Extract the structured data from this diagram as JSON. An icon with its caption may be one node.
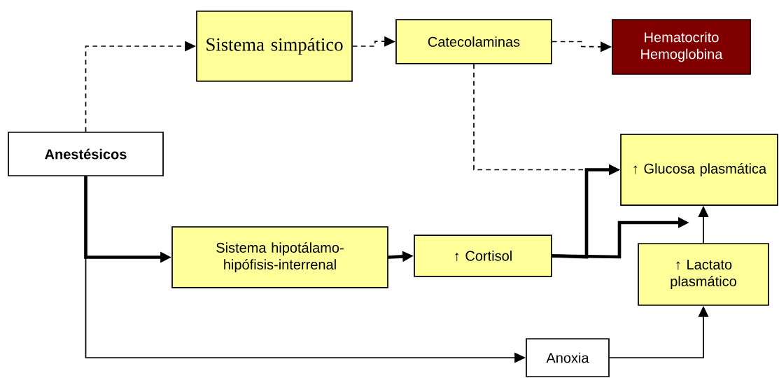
{
  "diagram": {
    "nodes": [
      {
        "text": [
          "**Anestésicos**"
        ]
      },
      {
        "text": [
          "Sistema simpático"
        ]
      },
      {
        "text": [
          "Catecolaminas"
        ]
      },
      {
        "text": [
          "Hematocrito Hemoglobina"
        ]
      },
      {
        "text": [
          "↑ Glucosa plasmática"
        ]
      },
      {
        "text": [
          "Sistema hipotálamo-hipófisis-interrenal"
        ]
      },
      {
        "text": [
          "↑ Cortisol"
        ]
      },
      {
        "text": [
          "↑ Lactato plasmático"
        ]
      },
      {
        "text": [
          "Anoxia"
        ]
      }
    ],
    "edges": [
      {
        "from": 0,
        "to": 1,
        "arrow": "to",
        "style": "dashed"
      },
      {
        "from": 1,
        "to": 2,
        "arrow": "to",
        "style": "dashed"
      },
      {
        "from": 2,
        "to": 3,
        "arrow": "to",
        "style": "dashed"
      },
      {
        "from": 2,
        "to": 4,
        "arrow": "to",
        "style": "dashed"
      },
      {
        "from": 0,
        "to": 5,
        "arrow": "to",
        "style": "thick"
      },
      {
        "from": 5,
        "to": 6,
        "arrow": "to",
        "style": "thick"
      },
      {
        "from": 6,
        "to": 4,
        "arrow": "to",
        "style": "thick"
      },
      {
        "from": 6,
        "to": null,
        "arrow": "to",
        "style": "thick"
      },
      {
        "from": 7,
        "to": 4,
        "arrow": "to"
      },
      {
        "from": 0,
        "to": 8,
        "arrow": "to"
      },
      {
        "from": 8,
        "to": 7,
        "arrow": "to"
      }
    ]
  }
}
